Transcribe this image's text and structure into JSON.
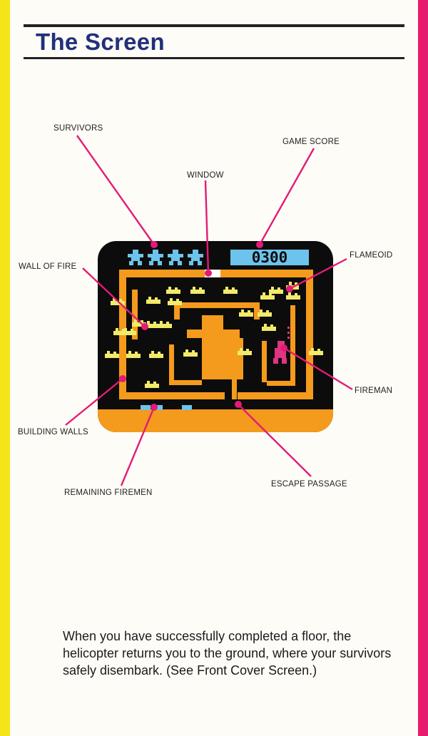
{
  "page": {
    "title": "The Screen",
    "body_text": "When you have successfully completed a floor, the helicopter returns you to the ground, where your survivors safely disembark. (See Front Cover Screen.)"
  },
  "labels": {
    "survivors": "SURVIVORS",
    "game_score": "GAME SCORE",
    "window": "WINDOW",
    "flameoid": "FLAMEOID",
    "wall_of_fire": "WALL OF FIRE",
    "fireman": "FIREMAN",
    "building_walls": "BUILDING WALLS",
    "escape_passage": "ESCAPE PASSAGE",
    "remaining_firemen": "REMAINING FIREMEN"
  },
  "game": {
    "score": "0300",
    "survivor_count": 4,
    "remaining_firemen": 3
  },
  "colors": {
    "title": "#23307a",
    "wall": "#f49a1c",
    "fire": "#f2ea6a",
    "hud": "#6cc4ec",
    "fireman": "#e0357f",
    "leader": "#e31b76",
    "stripe_left": "#f6e41a",
    "stripe_right": "#e81c6e"
  }
}
